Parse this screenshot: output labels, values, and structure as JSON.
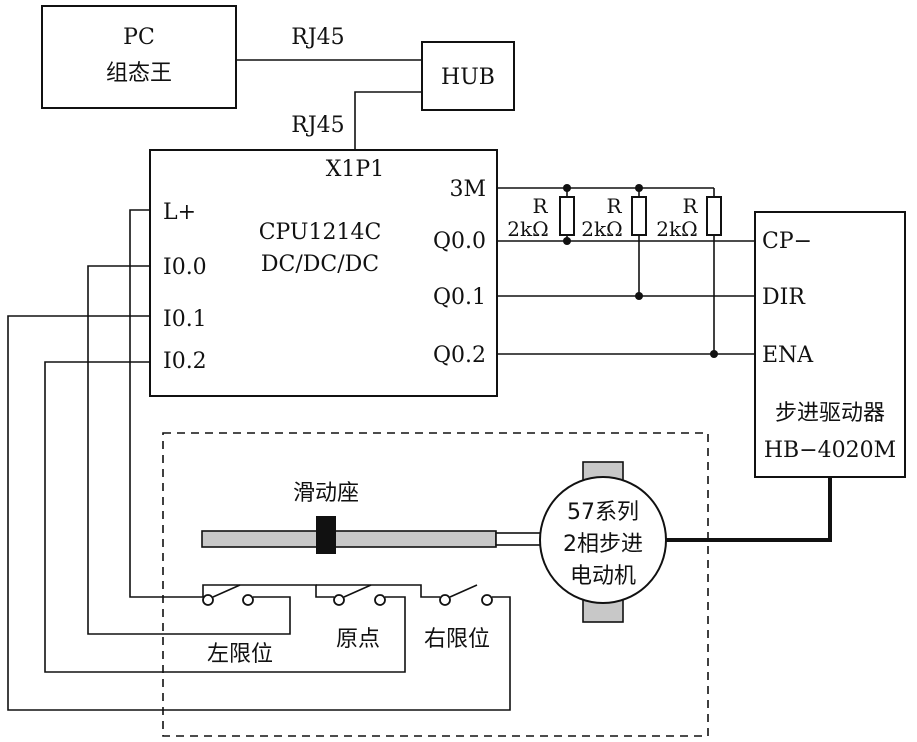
{
  "pc": {
    "line1": "PC",
    "line2": "组态王"
  },
  "hub": {
    "label": "HUB"
  },
  "links": {
    "rj45_top": "RJ45",
    "rj45_plc": "RJ45"
  },
  "plc": {
    "port": "X1P1",
    "model_line1": "CPU1214C",
    "model_line2": "DC/DC/DC",
    "inputs": [
      "L+",
      "I0.0",
      "I0.1",
      "I0.2"
    ],
    "outputs": [
      "3M",
      "Q0.0",
      "Q0.1",
      "Q0.2"
    ]
  },
  "resistors": [
    {
      "name": "R",
      "value": "2kΩ"
    },
    {
      "name": "R",
      "value": "2kΩ"
    },
    {
      "name": "R",
      "value": "2kΩ"
    }
  ],
  "driver": {
    "terminals": [
      "CP−",
      "DIR",
      "ENA"
    ],
    "line1": "步进驱动器",
    "line2": "HB−4020M"
  },
  "mechanism": {
    "slider_label": "滑动座",
    "motor_line1": "57系列",
    "motor_line2": "2相步进",
    "motor_line3": "电动机"
  },
  "switches": [
    "左限位",
    "原点",
    "右限位"
  ]
}
